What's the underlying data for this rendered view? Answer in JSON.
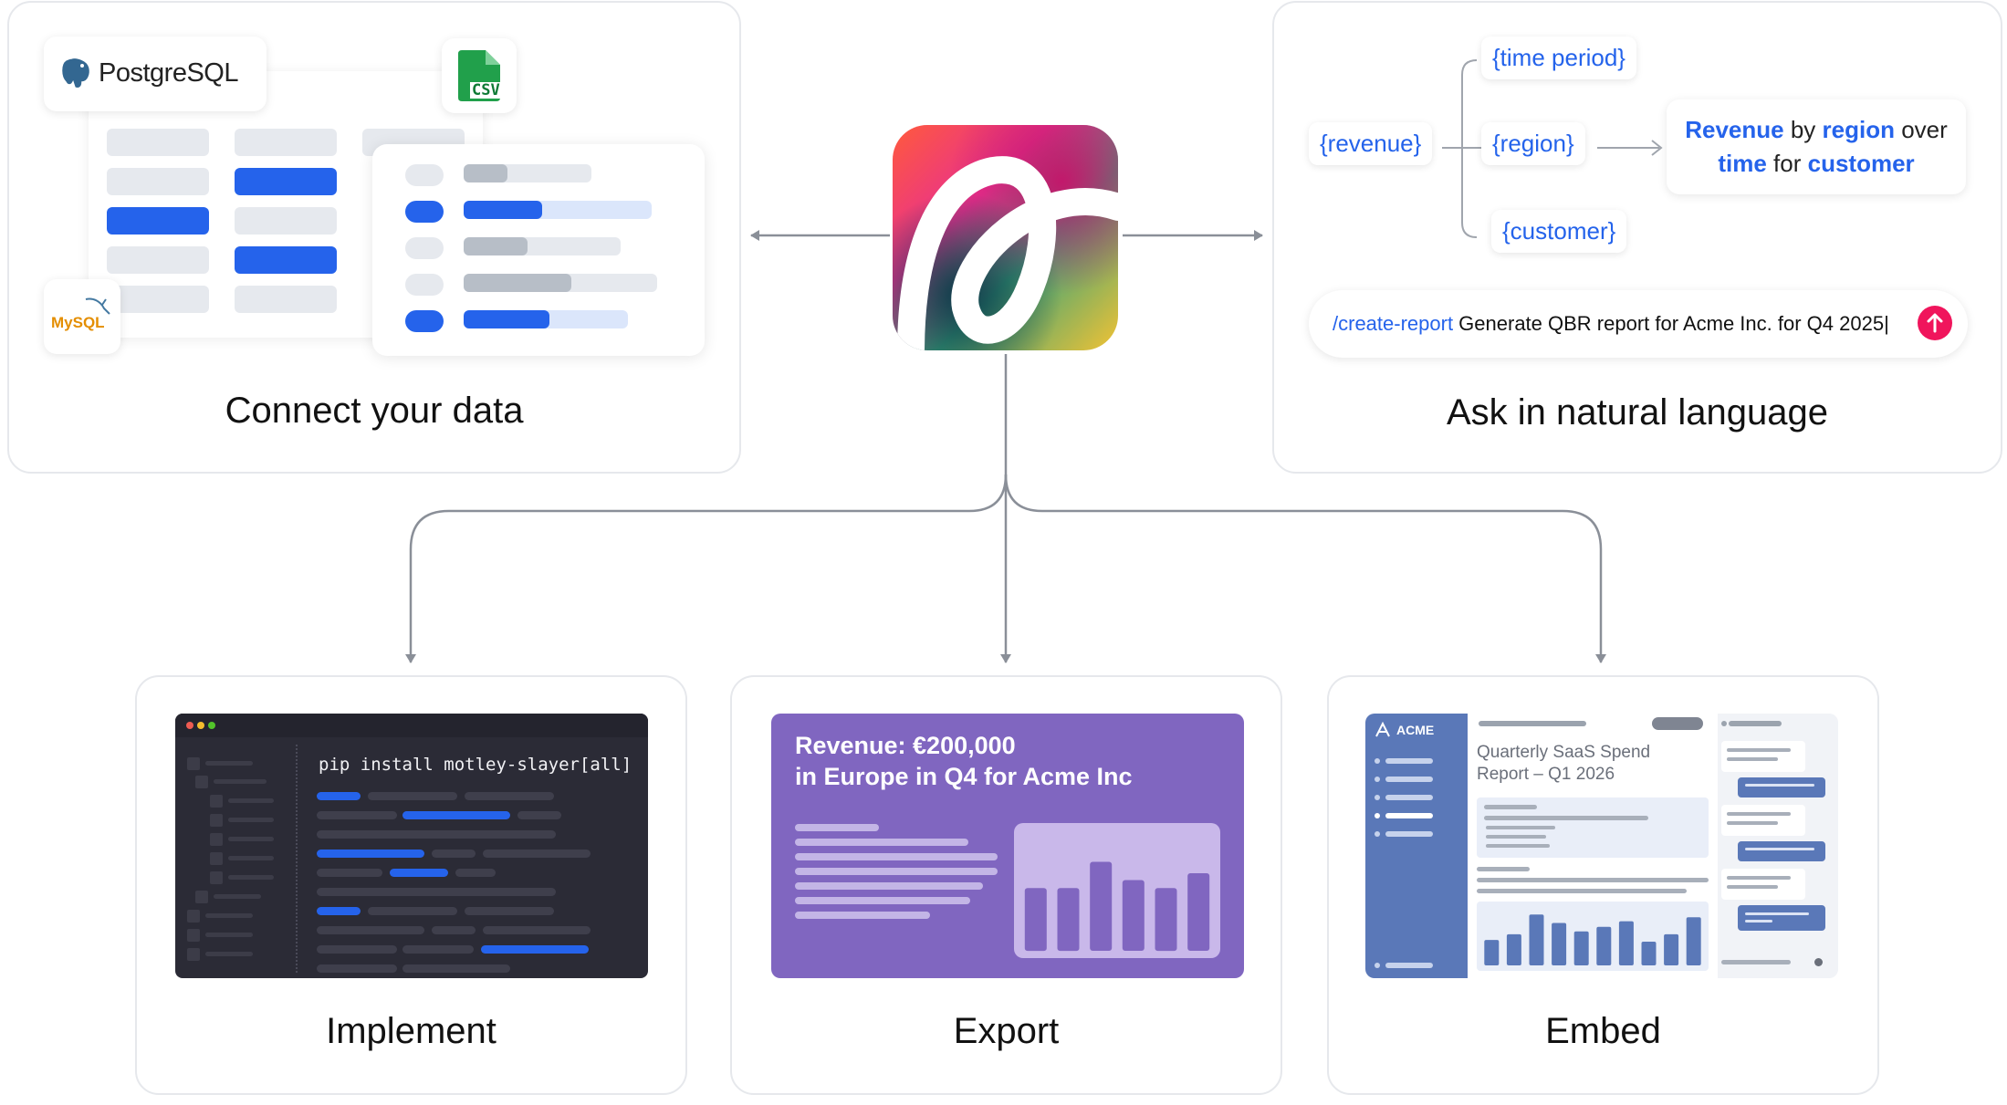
{
  "center": {
    "logo_icon": "motley-logo-icon"
  },
  "connect": {
    "title": "Connect your data",
    "postgres_label": "PostgreSQL",
    "csv_label": "CSV",
    "mysql_label": "MySQL",
    "postgres_icon": "elephant-icon",
    "csv_icon": "csv-file-icon",
    "mysql_icon": "dolphin-icon"
  },
  "ask": {
    "title": "Ask in natural language",
    "tokens": {
      "revenue": "{revenue}",
      "time_period": "{time period}",
      "region": "{region}",
      "customer": "{customer}"
    },
    "sentence": {
      "w1": "Revenue",
      "w2": " by ",
      "w3": "region",
      "w4": " over",
      "w5": "time",
      "w6": " for ",
      "w7": "customer"
    },
    "prompt": {
      "command": "/create-report",
      "text": " Generate QBR report for Acme Inc. for Q4 2025|",
      "send_icon": "arrow-up-icon"
    }
  },
  "implement": {
    "title": "Implement",
    "command": "pip install motley-slayer[all]"
  },
  "export": {
    "title": "Export",
    "headline_1": "Revenue: €200,000",
    "headline_2": "in Europe in Q4 for Acme Inc",
    "chart_data": {
      "type": "bar",
      "values": [
        0.55,
        0.55,
        0.78,
        0.62,
        0.55,
        0.68
      ]
    }
  },
  "embed": {
    "title": "Embed",
    "brand": "ACME",
    "report_title_1": "Quarterly SaaS Spend",
    "report_title_2": "Report – Q1 2026",
    "chart_data": {
      "type": "bar",
      "values": [
        0.45,
        0.55,
        0.9,
        0.75,
        0.6,
        0.68,
        0.78,
        0.42,
        0.55,
        0.85
      ]
    }
  },
  "colors": {
    "accent_blue": "#2563eb",
    "purple": "#8066c0",
    "terminal": "#2b2b36",
    "embed_sidebar": "#5a78b8",
    "send_pink": "#f0155c"
  }
}
